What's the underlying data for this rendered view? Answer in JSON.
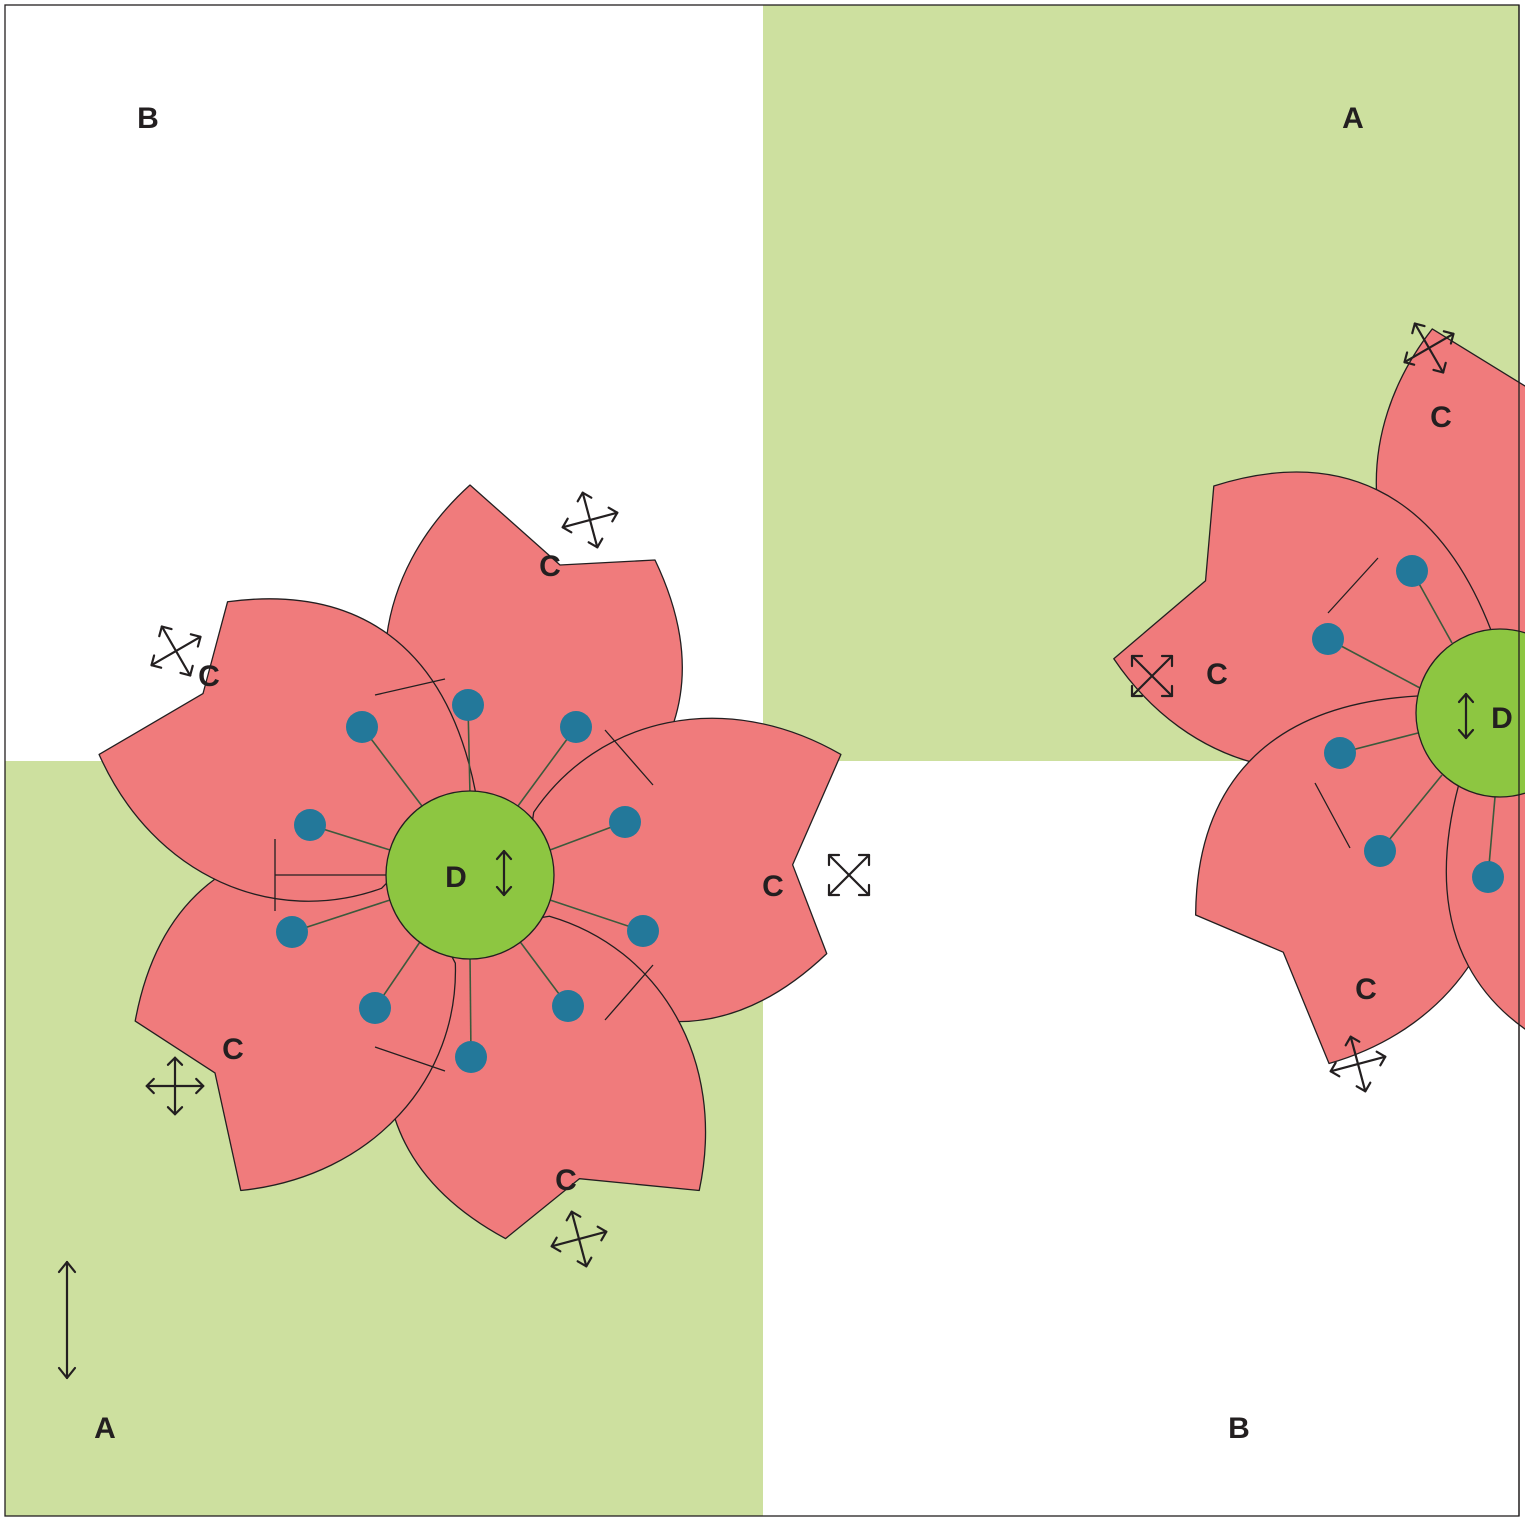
{
  "colors": {
    "panel_green": "#cde09f",
    "panel_white": "#ffffff",
    "petal": "#f07b7c",
    "center": "#8dc641",
    "stamen_dot": "#23789a",
    "outline": "#231f20"
  },
  "labels": {
    "region_a": "A",
    "region_b": "B",
    "petal": "C",
    "center": "D"
  },
  "icons": {
    "petal_move": "four-way-move-arrows-icon",
    "center_move": "vertical-double-arrow-icon",
    "tile_direction": "vertical-double-arrow-icon"
  }
}
